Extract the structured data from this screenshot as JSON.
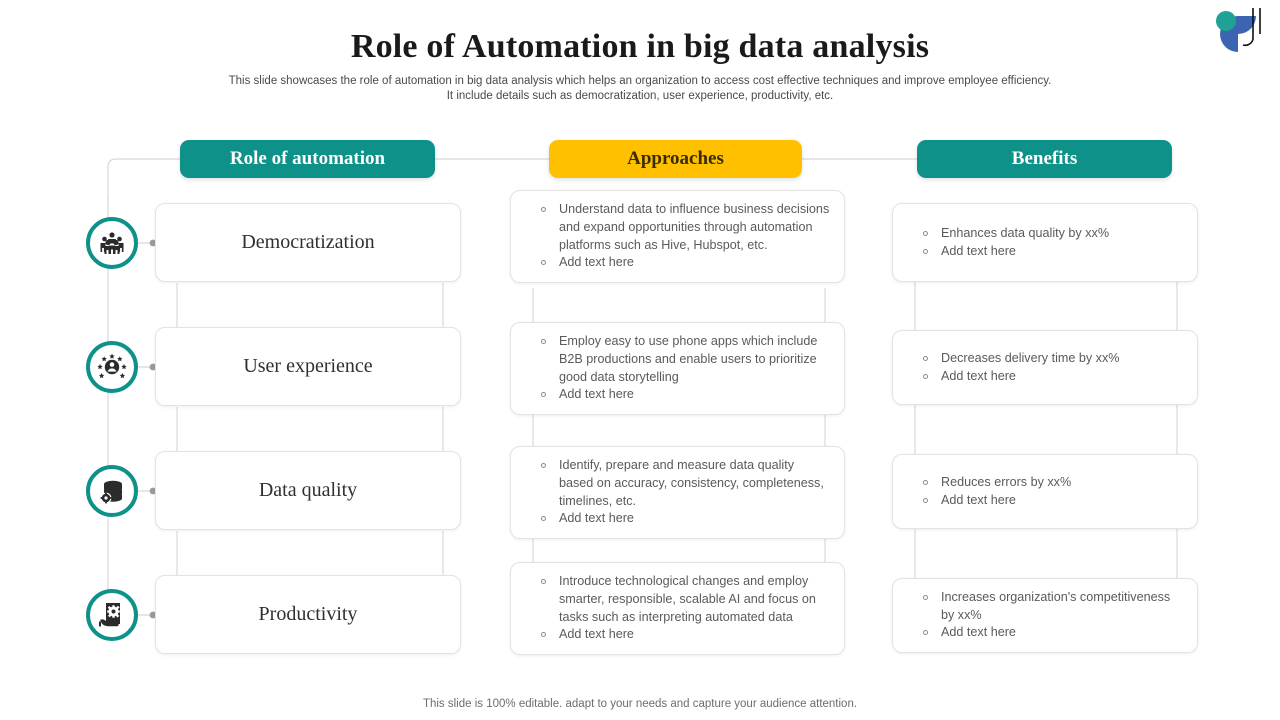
{
  "slide": {
    "title": "Role of Automation  in big data analysis",
    "subtitle_line1": "This slide showcases the role of automation in big data analysis which helps an organization to access cost effective techniques and improve employee efficiency.",
    "subtitle_line2": "It include details such as democratization, user experience, productivity, etc.",
    "footer": "This slide is 100% editable. adapt to your needs and capture your audience attention."
  },
  "colors": {
    "teal": "#0E9189",
    "amber": "#FFC000",
    "logo_teal": "#1FA195",
    "logo_blue": "#3C64B1",
    "card_border": "#E3E3E3",
    "body_text": "#5A5A5A"
  },
  "columns": {
    "role": {
      "header": "Role of automation"
    },
    "approaches": {
      "header": "Approaches"
    },
    "benefits": {
      "header": "Benefits"
    }
  },
  "rows": [
    {
      "icon": "group-people-icon",
      "role_label": "Democratization",
      "approaches": [
        "Understand data to influence business decisions and expand opportunities through automation platforms such as Hive, Hubspot, etc.",
        "Add text here"
      ],
      "benefits": [
        "Enhances data quality by xx%",
        "Add text here"
      ]
    },
    {
      "icon": "user-rating-star-icon",
      "role_label": "User experience",
      "approaches": [
        "Employ easy to use phone apps which include B2B productions and enable users to prioritize good data storytelling",
        "Add text here"
      ],
      "benefits": [
        "Decreases delivery time by xx%",
        "Add text here"
      ]
    },
    {
      "icon": "database-gear-icon",
      "role_label": "Data quality",
      "approaches": [
        "Identify, prepare and measure data quality based on accuracy, consistency, completeness, timelines, etc.",
        "Add text here"
      ],
      "benefits": [
        "Reduces errors by xx%",
        "Add text here"
      ]
    },
    {
      "icon": "hand-gear-document-icon",
      "role_label": "Productivity",
      "approaches": [
        "Introduce technological changes and employ  smarter, responsible, scalable AI and focus on tasks such as interpreting automated data",
        "Add text here"
      ],
      "benefits": [
        "Increases organization's competitiveness by xx%",
        "Add text here"
      ]
    }
  ]
}
